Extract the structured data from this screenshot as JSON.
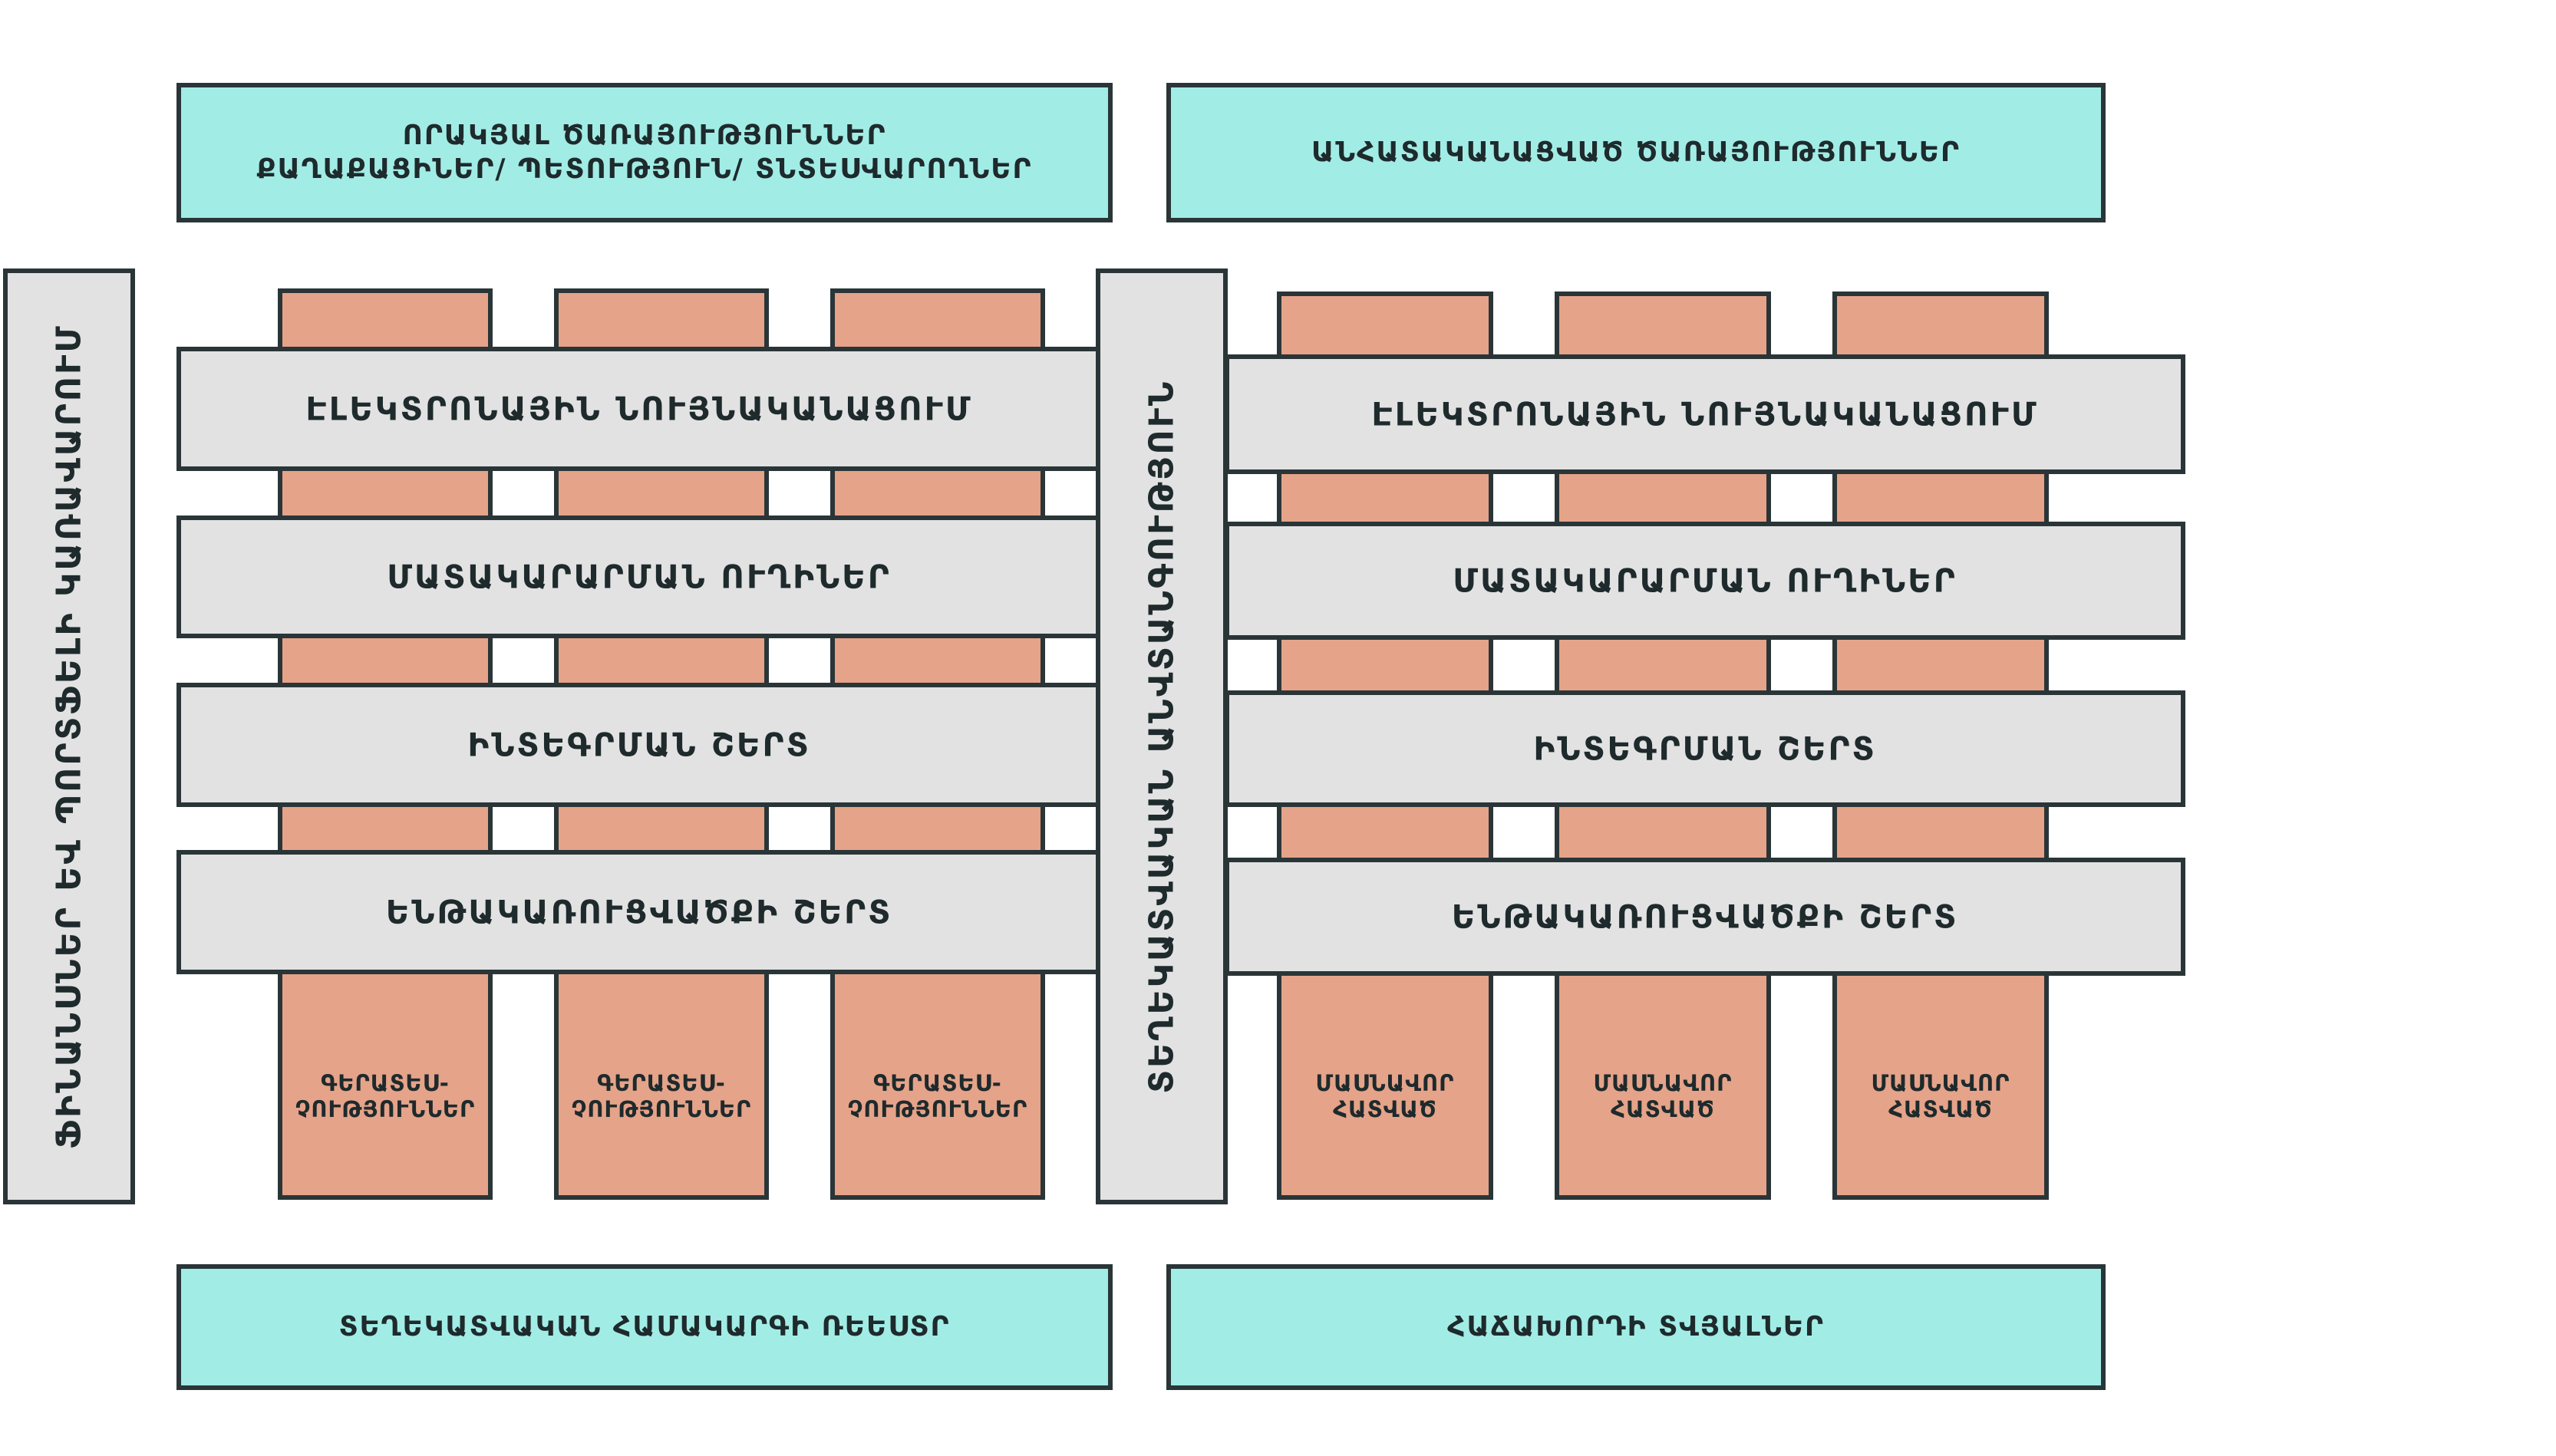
{
  "top_left": {
    "line1": "ՈՐԱԿՅԱԼ ԾԱՌԱՅՈՒԹՅՈՒՆՆԵՐ",
    "line2": "ՔԱՂԱՔԱՑԻՆԵՐ/ ՊԵՏՈՒԹՅՈՒՆ/ ՏՆՏԵՍՎԱՐՈՂՆԵՐ"
  },
  "top_right": "ԱՆՀԱՏԱԿԱՆԱՑՎԱԾ ԾԱՌԱՅՈՒԹՅՈՒՆՆԵՐ",
  "left_vertical": "ՖԻՆԱՆՍՆԵՐ ԵՎ ՊՈՐՏՖԵԼԻ ԿԱՌԱՎԱՐՈՒՄ",
  "center_vertical": "ՏԵՂԵԿԱՏՎԱԿԱՆ ԱՆՎՏԱՆԳՈՒԹՅՈՒՆ",
  "layers": [
    "ԷԼԵԿՏՐՈՆԱՅԻՆ ՆՈՒՅՆԱԿԱՆԱՑՈՒՄ",
    "ՄԱՏԱԿԱՐԱՐՄԱՆ ՈՒՂԻՆԵՐ",
    "ԻՆՏԵԳՐՄԱՆ ՇԵՐՏ",
    "ԵՆԹԱԿԱՌՈՒՑՎԱԾՔԻ ՇԵՐՏ"
  ],
  "left_columns": {
    "line1": "ԳԵՐԱՏԵՍ-",
    "line2": "ՉՈՒԹՅՈՒՆՆԵՐ"
  },
  "right_columns": {
    "line1": "ՄԱՍՆԱՎՈՐ",
    "line2": "ՀԱՏՎԱԾ"
  },
  "bottom_left": "ՏԵՂԵԿԱՏՎԱԿԱՆ ՀԱՄԱԿԱՐԳԻ ՌԵԵՍՏՐ",
  "bottom_right": "ՀԱՃԱԽՈՐԴԻ ՏՎՅԱԼՆԵՐ",
  "colors": {
    "teal": "#a2ece6",
    "gray": "#e2e2e2",
    "salmon": "#e5a389",
    "outline": "#2a3538"
  }
}
